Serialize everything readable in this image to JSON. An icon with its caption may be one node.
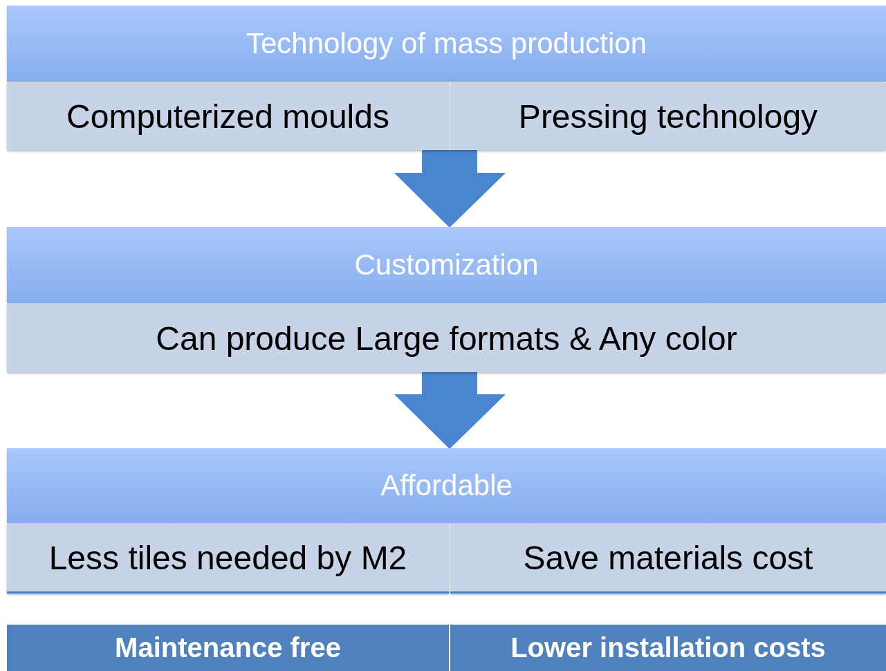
{
  "diagram": {
    "nodes": [
      {
        "text": [
          "Technology of mass production"
        ]
      },
      {
        "text": [
          "Computerized moulds"
        ]
      },
      {
        "text": [
          "Pressing technology"
        ]
      },
      {
        "text": [
          "Customization"
        ]
      },
      {
        "text": [
          "Can produce Large formats & Any color"
        ]
      },
      {
        "text": [
          "Affordable"
        ]
      },
      {
        "text": [
          "Less tiles needed by M2"
        ]
      },
      {
        "text": [
          "Save materials cost"
        ]
      },
      {
        "text": [
          "Maintenance free"
        ]
      },
      {
        "text": [
          "Lower installation costs"
        ]
      }
    ],
    "edges": [
      {
        "from": 1,
        "to": 3,
        "arrow": "to"
      },
      {
        "from": 2,
        "to": 3,
        "arrow": "to"
      },
      {
        "from": 4,
        "to": 5,
        "arrow": "to"
      }
    ]
  }
}
